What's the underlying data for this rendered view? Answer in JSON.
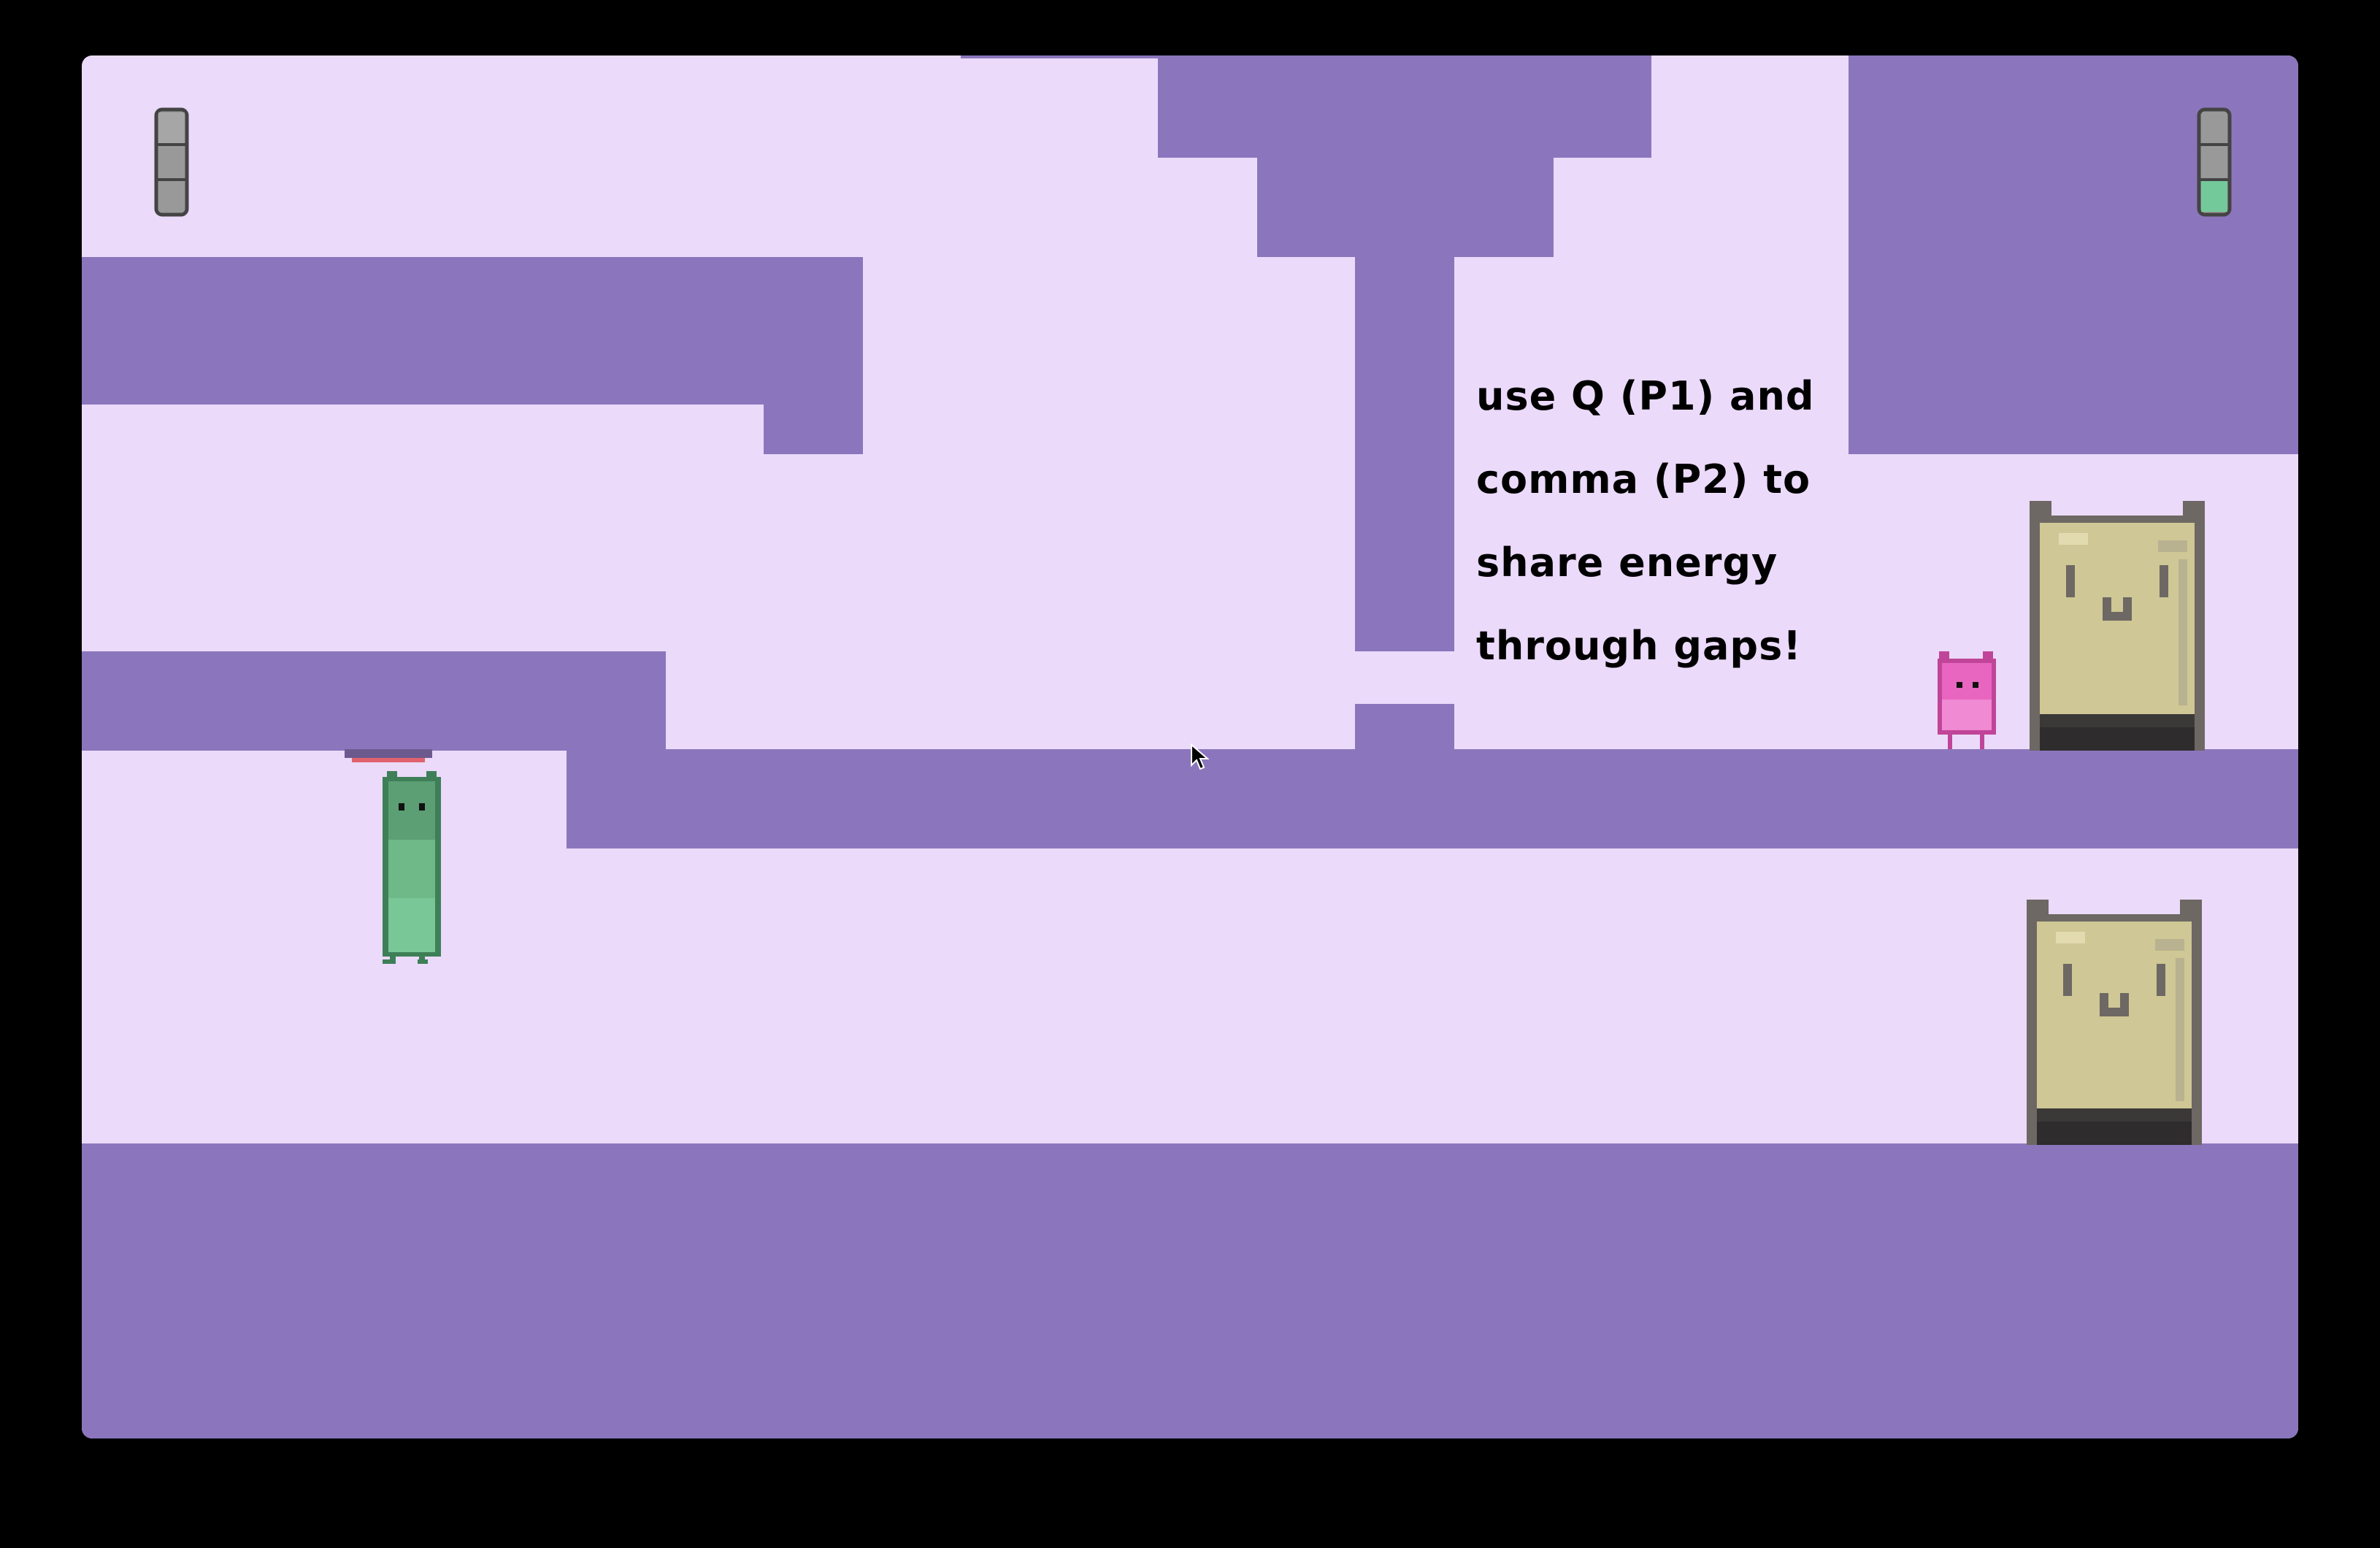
{
  "hint": {
    "lines": [
      "use Q (P1) and",
      "comma (P2) to",
      "share energy",
      "through gaps!"
    ]
  },
  "hud": {
    "p1_energy_icon": "battery-meter-icon",
    "p2_energy_icon": "battery-meter-icon",
    "p1_energy": 0,
    "p2_energy": 0.33
  },
  "colors": {
    "background": "#ebdafa",
    "wall": "#8b76bd",
    "player1": "#6fbe8a",
    "player2": "#e866c0",
    "door": "#cfc795"
  }
}
